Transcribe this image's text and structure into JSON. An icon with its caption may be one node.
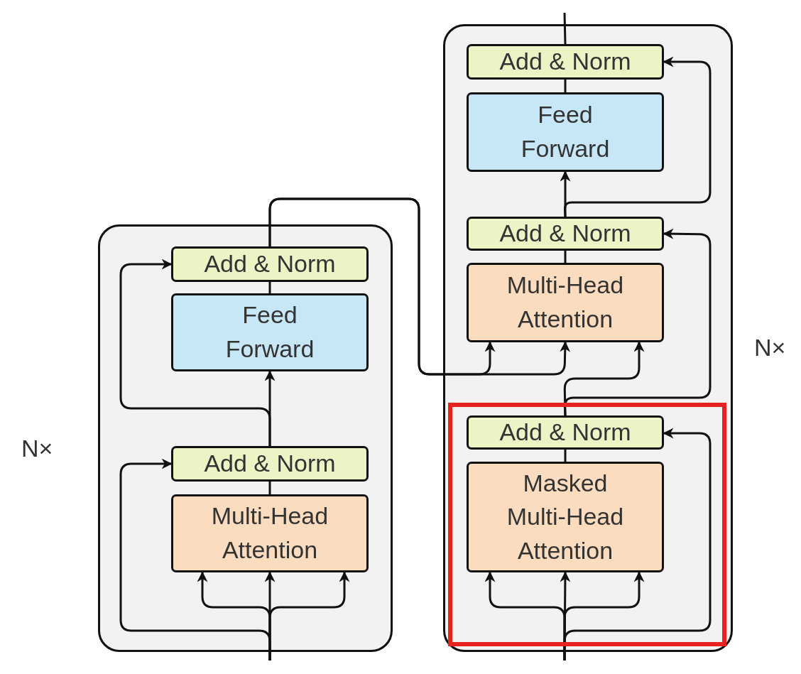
{
  "diagram": {
    "nodes": [
      {
        "text": [],
        "shape": "box",
        "beside": [
          "N×"
        ]
      },
      {
        "text": [
          "Add & Norm"
        ],
        "in": 0
      },
      {
        "text": [
          "Feed Forward"
        ],
        "in": 0
      },
      {
        "text": [
          "Add & Norm"
        ],
        "in": 0
      },
      {
        "text": [
          "Multi-Head Attention"
        ],
        "in": 0
      },
      {
        "text": [],
        "shape": "box",
        "beside": [
          "N×"
        ]
      },
      {
        "text": [
          "Add & Norm"
        ],
        "in": 5
      },
      {
        "text": [
          "Feed Forward"
        ],
        "in": 5
      },
      {
        "text": [
          "Add & Norm"
        ],
        "in": 5
      },
      {
        "text": [
          "Multi-Head Attention"
        ],
        "in": 5
      },
      {
        "text": [
          "Add & Norm"
        ],
        "in": 5
      },
      {
        "text": [
          "Masked Multi-Head Attention"
        ],
        "in": 5
      }
    ],
    "edges": [
      {
        "from": null,
        "to": 4,
        "arrow": "to"
      },
      {
        "from": null,
        "to": 4,
        "arrow": "to"
      },
      {
        "from": null,
        "to": 4,
        "arrow": "to"
      },
      {
        "from": null,
        "to": 3,
        "arrow": "to"
      },
      {
        "from": 4,
        "to": 3,
        "arrow": "none"
      },
      {
        "from": 3,
        "to": 2,
        "arrow": "to"
      },
      {
        "from": 3,
        "to": 1,
        "arrow": "to"
      },
      {
        "from": 2,
        "to": 1,
        "arrow": "none"
      },
      {
        "from": 1,
        "to": 9,
        "arrow": "to"
      },
      {
        "from": 1,
        "to": 9,
        "arrow": "to"
      },
      {
        "from": null,
        "to": 11,
        "arrow": "to"
      },
      {
        "from": null,
        "to": 11,
        "arrow": "to"
      },
      {
        "from": null,
        "to": 11,
        "arrow": "to"
      },
      {
        "from": null,
        "to": 10,
        "arrow": "to"
      },
      {
        "from": 11,
        "to": 10,
        "arrow": "none"
      },
      {
        "from": 10,
        "to": 9,
        "arrow": "to"
      },
      {
        "from": 10,
        "to": 8,
        "arrow": "to"
      },
      {
        "from": 9,
        "to": 8,
        "arrow": "none"
      },
      {
        "from": 8,
        "to": 7,
        "arrow": "to"
      },
      {
        "from": 8,
        "to": 6,
        "arrow": "to"
      },
      {
        "from": 7,
        "to": 6,
        "arrow": "none"
      },
      {
        "from": 6,
        "to": null,
        "arrow": "none"
      }
    ]
  }
}
